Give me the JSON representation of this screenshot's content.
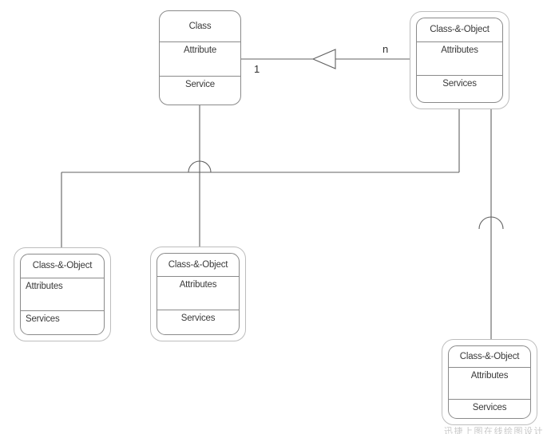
{
  "diagram": {
    "nodes": {
      "class_top": {
        "symbol": "class",
        "title": "Class",
        "attributes_compartment": "Attribute",
        "services_compartment": "Service"
      },
      "co_top_right": {
        "symbol": "class-and-object",
        "title": "Class-&-Object",
        "attributes_compartment": "Attributes",
        "services_compartment": "Services"
      },
      "co_bottom_left": {
        "symbol": "class-and-object",
        "title": "Class-&-Object",
        "attributes_compartment": "Attributes",
        "services_compartment": "Services"
      },
      "co_bottom_middle": {
        "symbol": "class-and-object",
        "title": "Class-&-Object",
        "attributes_compartment": "Attributes",
        "services_compartment": "Services"
      },
      "co_bottom_right": {
        "symbol": "class-and-object",
        "title": "Class-&-Object",
        "attributes_compartment": "Attributes",
        "services_compartment": "Services"
      }
    },
    "relationships": {
      "whole_part": {
        "type": "whole-part-triangle",
        "from": "co_top_right",
        "to": "class_top",
        "label_1": "1",
        "label_n": "n"
      },
      "gen_spec_1": {
        "type": "gen-spec-semicircle",
        "parent": "class_top",
        "children": [
          "co_bottom_left",
          "co_bottom_middle",
          "co_top_right"
        ]
      },
      "gen_spec_2": {
        "type": "gen-spec-semicircle",
        "parent": "co_top_right",
        "children": [
          "co_bottom_right"
        ]
      }
    },
    "watermark": "迅捷上图在线绘图设计"
  },
  "colors": {
    "connector": "#606060",
    "box_border": "#8a8a8a",
    "outer_border": "#bdbdbd",
    "text": "#3a3a3a",
    "watermark": "#c9c9c9",
    "background": "#ffffff"
  }
}
